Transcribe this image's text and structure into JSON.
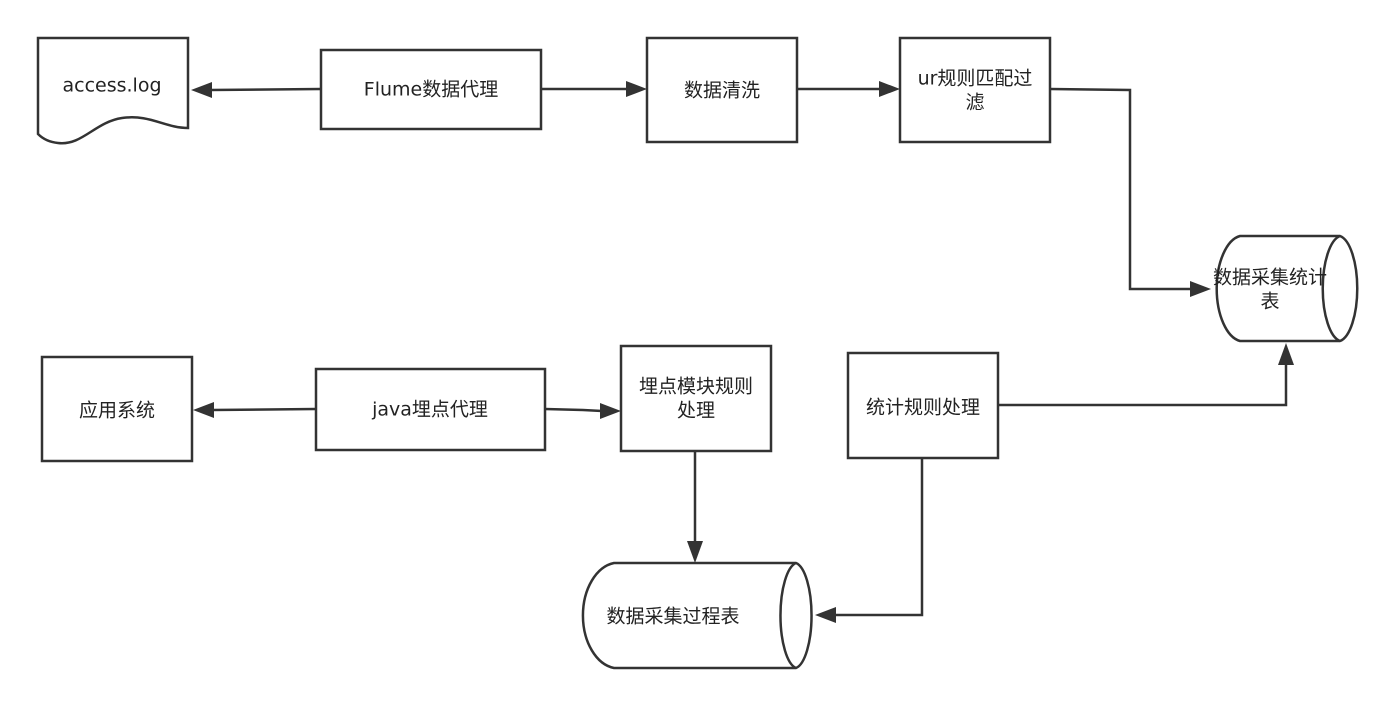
{
  "nodes": {
    "access_log": {
      "label": "access.log"
    },
    "flume_agent": {
      "label": "Flume数据代理"
    },
    "data_cleaning": {
      "label": "数据清洗"
    },
    "url_filter": {
      "line1": "ur规则匹配过",
      "line2": "滤"
    },
    "stats_table": {
      "line1": "数据采集统计",
      "line2": "表"
    },
    "app_system": {
      "label": "应用系统"
    },
    "java_agent": {
      "label": "java埋点代理"
    },
    "tracking_module": {
      "line1": "埋点模块规则",
      "line2": "处理"
    },
    "stats_rule": {
      "label": "统计规则处理"
    },
    "process_table": {
      "label": "数据采集过程表"
    }
  },
  "colors": {
    "stroke": "#333333",
    "text": "#222222",
    "background": "#ffffff"
  }
}
